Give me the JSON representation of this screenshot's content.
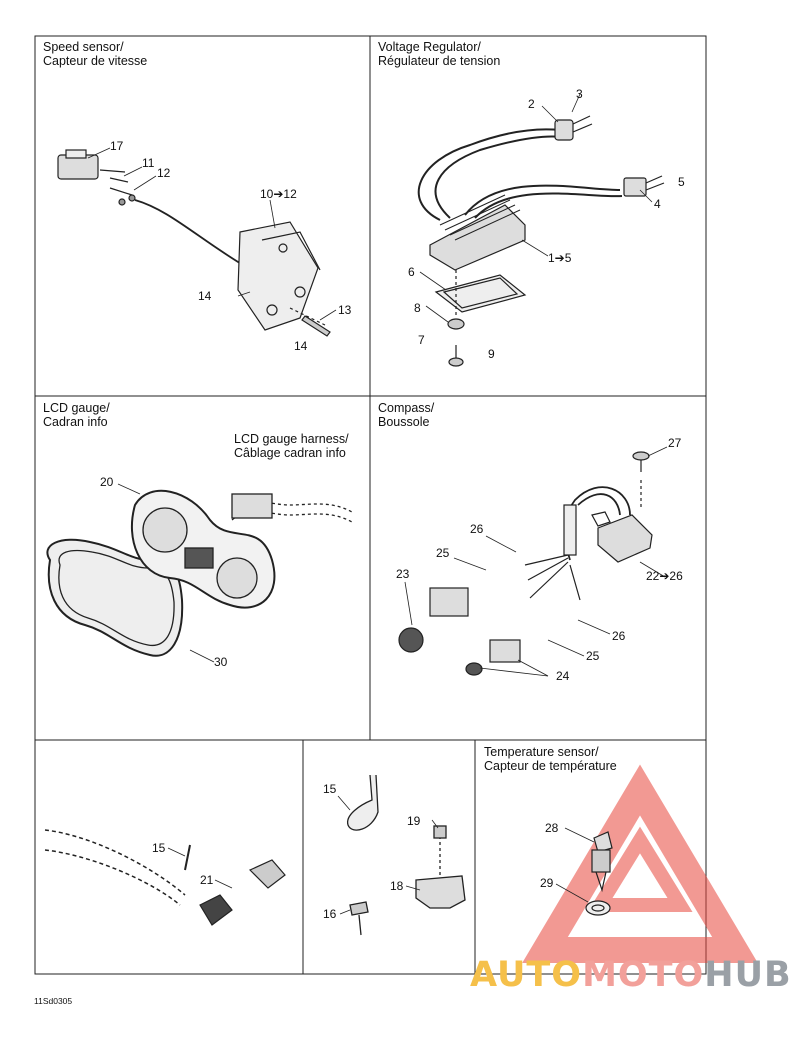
{
  "panels": {
    "speed_sensor": "Speed sensor/\nCapteur de vitesse",
    "voltage_regulator": "Voltage Regulator/\nRégulateur de tension",
    "lcd_gauge": "LCD gauge/\nCadran info",
    "compass": "Compass/\nBoussole",
    "temperature_sensor": "Temperature sensor/\nCapteur de température"
  },
  "harness_label": "LCD gauge harness/\nCâblage cadran info",
  "callouts": {
    "speed": [
      "17",
      "11",
      "12",
      "10➔12",
      "14",
      "13",
      "14"
    ],
    "regulator": [
      "3",
      "2",
      "5",
      "4",
      "1➔5",
      "6",
      "8",
      "7",
      "9"
    ],
    "lcd": [
      "20",
      "30"
    ],
    "compass": [
      "27",
      "26",
      "25",
      "23",
      "22➔26",
      "26",
      "25",
      "24"
    ],
    "bottom_left": [
      "15",
      "21"
    ],
    "bottom_mid": [
      "15",
      "19",
      "18",
      "16"
    ],
    "temperature": [
      "28",
      "29"
    ]
  },
  "drawing_code": "11Sd0305",
  "watermark": {
    "auto": "AUTO",
    "moto": "MOTO",
    "hub": "HUB",
    "colors": {
      "auto": "#f5c04a",
      "moto": "#f2a09a",
      "hub": "#9aa0a6",
      "logo": "#e8463c"
    }
  }
}
